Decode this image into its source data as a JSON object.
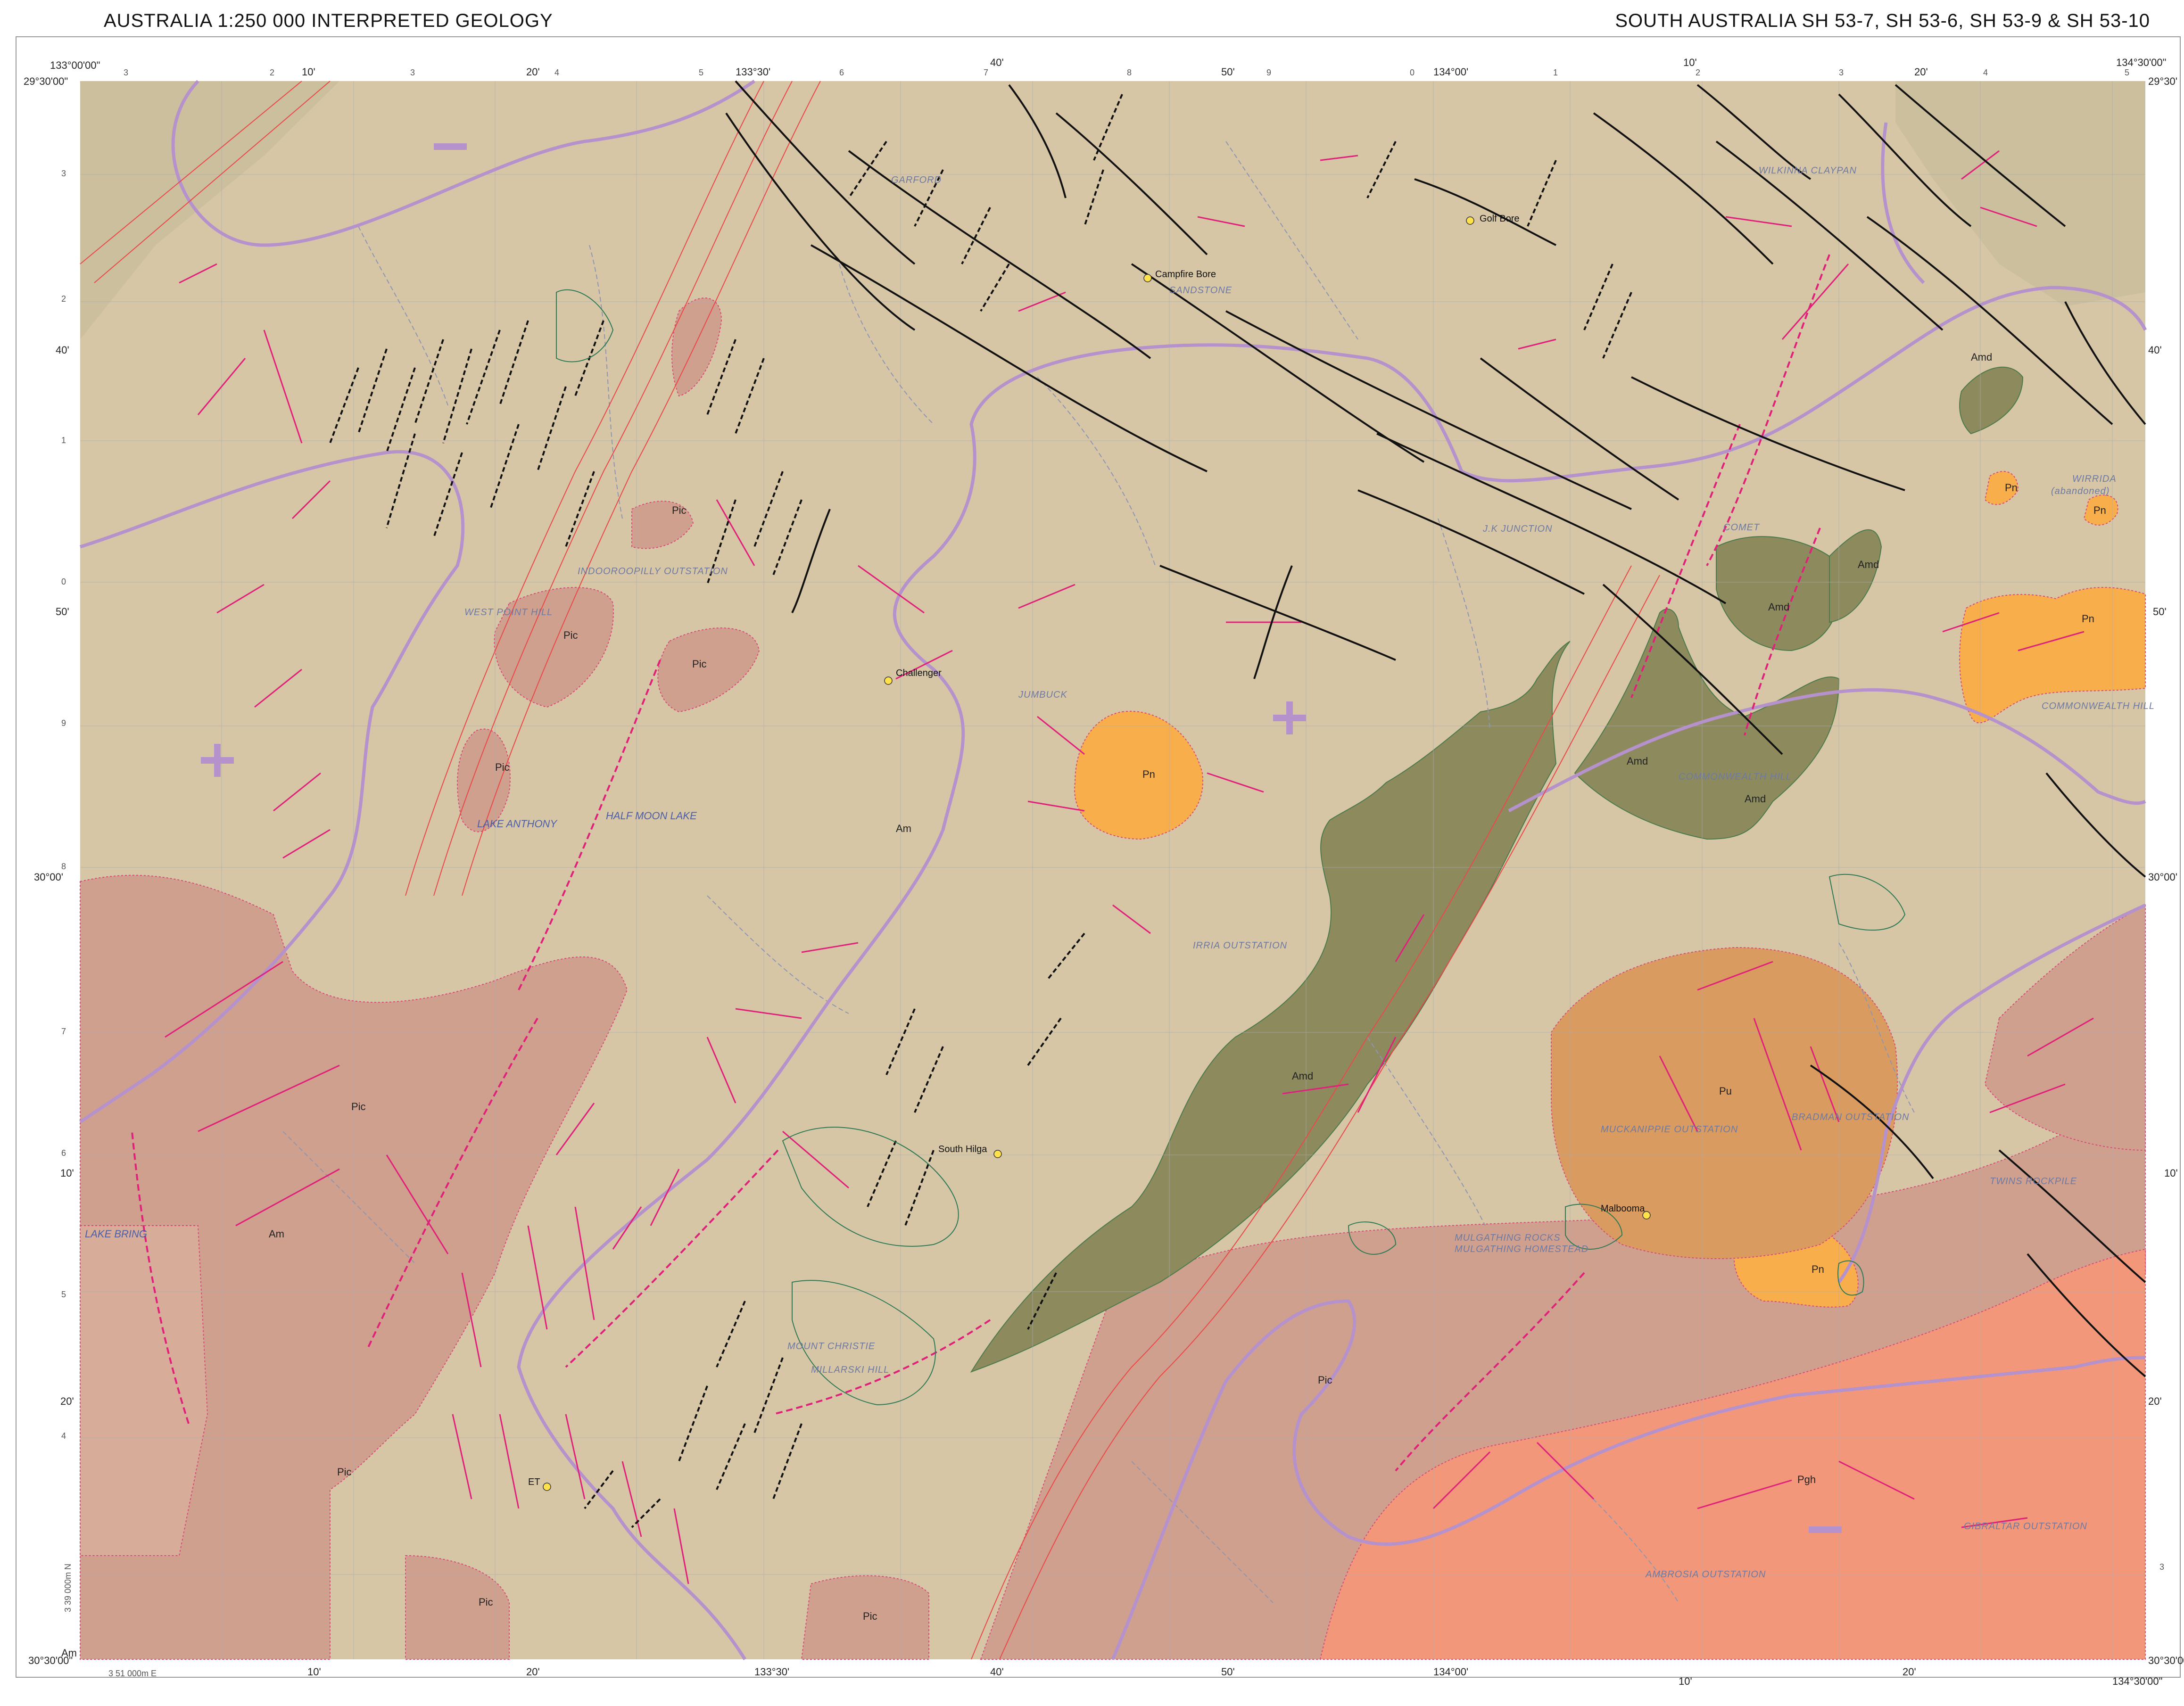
{
  "header": {
    "left_title": "AUSTRALIA 1:250 000 INTERPRETED GEOLOGY",
    "right_title": "SOUTH AUSTRALIA SH 53-7, SH 53-6, SH 53-9 & SH 53-10"
  },
  "coordinates": {
    "top_left": "133°00'00\"",
    "top_left_lat": "29°30'00\"",
    "top_133_30": "133°30'",
    "top_134_00": "134°00'",
    "top_right": "134°30'00\"",
    "top_right_lat": "29°30'",
    "bottom_left": "30°30'00\"",
    "bottom_133_30": "133°30'",
    "bottom_134_00": "134°00'",
    "bottom_right_lat": "30°30'00\"",
    "bottom_right_lon": "134°30'00\"",
    "lat_30_left": "30°00'",
    "lat_30_right": "30°00'",
    "min_10": "10'",
    "min_20": "20'",
    "min_40": "40'",
    "min_50": "50'"
  },
  "grid_numbers": {
    "east": [
      "3",
      "2",
      "3",
      "4",
      "5",
      "6",
      "7",
      "8",
      "9",
      "0",
      "1",
      "2",
      "3",
      "4",
      "5"
    ],
    "north": [
      "3",
      "2",
      "1",
      "0",
      "9",
      "8",
      "7",
      "6",
      "5",
      "4",
      "3"
    ],
    "bottom_ref": "3 51 000m E",
    "side_ref": "3 39 000m N"
  },
  "units": {
    "Am": "Am",
    "Amd": "Amd",
    "Pic": "Pic",
    "Pn": "Pn",
    "Pu": "Pu",
    "Pgh": "Pgh"
  },
  "places": {
    "garford": "GARFORD",
    "sandstone": "SANDSTONE",
    "wilkinna": "WILKINNA CLAYPAN",
    "indooroopilly": "INDOOROOPILLY OUTSTATION",
    "west_point": "WEST POINT HILL",
    "jk_junction": "J.K JUNCTION",
    "comet": "COMET",
    "wirrida": "WIRRIDA",
    "abandoned": "(abandoned)",
    "jumbuck": "JUMBUCK",
    "commonwealth_hill_e": "COMMONWEALTH HILL",
    "commonwealth_hill_c": "COMMONWEALTH HILL",
    "irria": "IRRIA OUTSTATION",
    "muckanippie": "MUCKANIPPIE OUTSTATION",
    "bradman": "BRADMAN OUTSTATION",
    "mulgathing_rocks": "MULGATHING ROCKS",
    "mulgathing_hs": "MULGATHING HOMESTEAD",
    "mount_christie": "MOUNT CHRISTIE",
    "millarski": "MILLARSKI HILL",
    "gibraltar": "GIBRALTAR OUTSTATION",
    "ambrosia": "AMBROSIA OUTSTATION",
    "twins_rockpile": "TWINS ROCKPILE"
  },
  "lakes": {
    "anthony": "LAKE ANTHONY",
    "half_moon": "HALF MOON LAKE",
    "bring": "LAKE BRING"
  },
  "points": {
    "golf_bore": "Golf Bore",
    "campfire_bore": "Campfire Bore",
    "challenger": "Challenger",
    "south_hilga": "South Hilga",
    "malbooma": "Malbooma",
    "et": "ET"
  },
  "colors": {
    "archaean_base": "#d6c6a6",
    "amd_green": "#8d8a5e",
    "pic_pink": "#cfa08e",
    "pn_orange": "#f7ae4b",
    "pu_brown": "#d99b5f",
    "pgh_salmon": "#f2977a",
    "fault_black": "#111111",
    "dyke_magenta": "#e0217a",
    "anomaly_lilac": "#b692cc",
    "gravity_red": "#e84a4a",
    "drainage_grey": "#8e96b0"
  }
}
